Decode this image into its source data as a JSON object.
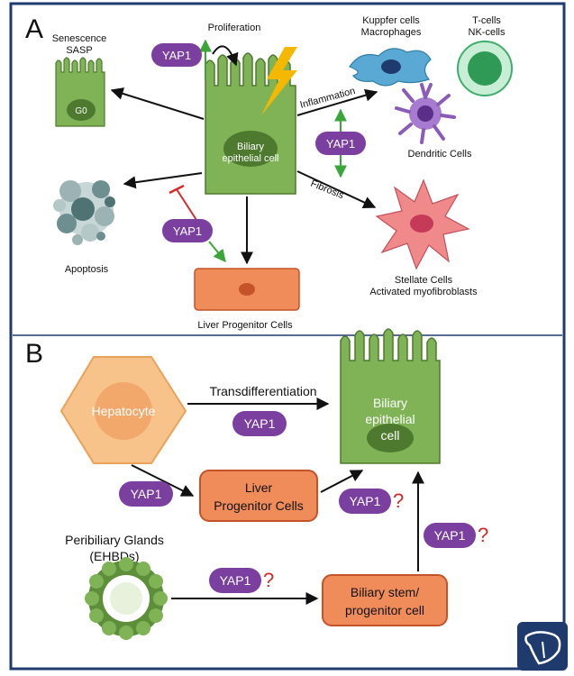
{
  "panel_a": {
    "letter": "A",
    "cell_label_line1": "Biliary",
    "cell_label_line2": "epithelial cell",
    "proliferation": "Proliferation",
    "senescence_line1": "Senescence",
    "senescence_line2": "SASP",
    "g0": "G0",
    "apoptosis": "Apoptosis",
    "liver_progenitor": "Liver Progenitor Cells",
    "inflammation": "Inflammation",
    "fibrosis": "Fibrosis",
    "kupffer_line1": "Kuppfer cells",
    "kupffer_line2": "Macrophages",
    "tcells_line1": "T-cells",
    "tcells_line2": "NK-cells",
    "dendritic": "Dendritic Cells",
    "stellate_line1": "Stellate Cells",
    "stellate_line2": "Activated myofibroblasts",
    "yap1": "YAP1"
  },
  "panel_b": {
    "letter": "B",
    "hepatocyte": "Hepatocyte",
    "transdiff": "Transdifferentiation",
    "biliary_line1": "Biliary",
    "biliary_line2": "epithelial",
    "biliary_line3": "cell",
    "lpc_line1": "Liver",
    "lpc_line2": "Progenitor Cells",
    "peribiliary_line1": "Peribiliary Glands",
    "peribiliary_line2": "(EHBDs)",
    "stem_line1": "Biliary stem/",
    "stem_line2": "progenitor cell",
    "yap1": "YAP1",
    "question": "?"
  },
  "colors": {
    "frame": "#1f3b6e",
    "yap_fill": "#7b3fa0",
    "cell_green": "#7fb356",
    "cell_green_dark": "#4d7a2e",
    "orange": "#ef8c5a",
    "orange_dark": "#c4532a",
    "question": "#d22a2a",
    "green_arrow": "#3aa63a",
    "red_inhibit": "#d42b2b"
  },
  "logo_icon": "liver-icon"
}
